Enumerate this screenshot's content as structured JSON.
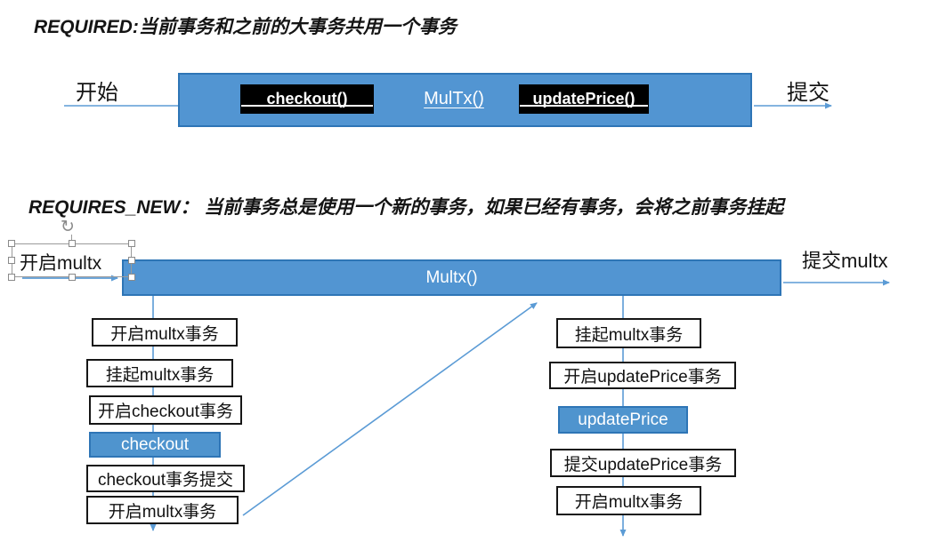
{
  "required": {
    "title": "REQUIRED:当前事务和之前的大事务共用一个事务",
    "start_label": "开始",
    "commit_label": "提交",
    "bar_label": "MulTx()",
    "method_boxes": [
      "checkout()",
      "updatePrice()"
    ]
  },
  "requires_new": {
    "title": "REQUIRES_NEW： 当前事务总是使用一个新的事务，如果已经有事务，会将之前事务挂起",
    "start_label": "开启multx",
    "commit_label": "提交multx",
    "bar_label": "Multx()",
    "left_steps": [
      "开启multx事务",
      "挂起multx事务",
      "开启checkout事务",
      "checkout",
      "checkout事务提交",
      "开启multx事务"
    ],
    "right_steps": [
      "挂起multx事务",
      "开启updatePrice事务",
      "updatePrice",
      "提交updatePrice事务",
      "开启multx事务"
    ]
  },
  "colors": {
    "bar_fill": "#5295d2",
    "bar_border": "#2e75b6",
    "connector_blue": "#5b9bd5",
    "method_box_bg": "#000000"
  }
}
